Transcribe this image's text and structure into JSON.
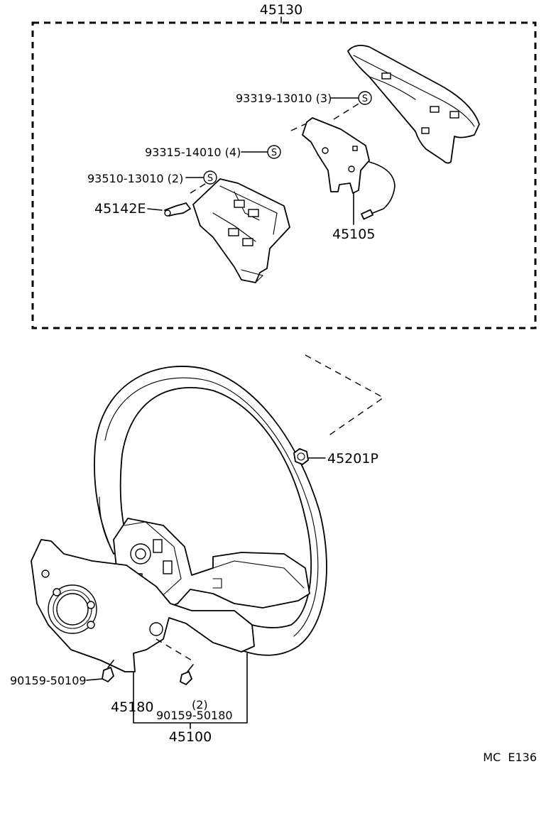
{
  "assembly": {
    "pad_group_number": "45130",
    "wheel_group_number": "45100",
    "figure_code": "MC  E136"
  },
  "parts": {
    "screw_93319": {
      "number": "93319-13010",
      "qty": "(3)",
      "symbol": "S"
    },
    "screw_93315": {
      "number": "93315-14010",
      "qty": "(4)",
      "symbol": "S"
    },
    "screw_93510": {
      "number": "93510-13010",
      "qty": "(2)",
      "symbol": "S"
    },
    "contact_45142e": {
      "number": "45142E"
    },
    "bracket_45105": {
      "number": "45105"
    },
    "nut_45201p": {
      "number": "45201P"
    },
    "screw_90159_50109": {
      "number": "90159-50109"
    },
    "cover_45180": {
      "number": "45180"
    },
    "screw_90159_50180": {
      "number": "90159-50180",
      "qty": "(2)"
    }
  }
}
